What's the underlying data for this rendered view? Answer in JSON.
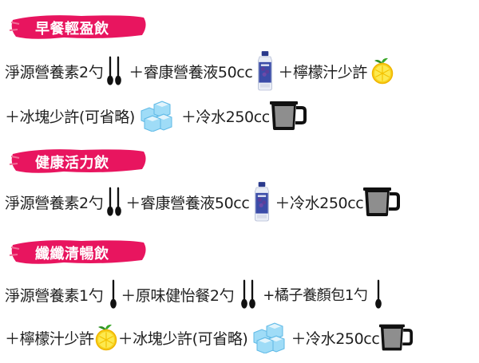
{
  "sections": [
    {
      "title": "早餐輕盈飲",
      "lines": [
        {
          "t1": "淨源營養素2勺",
          "t2": "＋睿康營養液50cc",
          "t3": "＋檸檬汁少許"
        },
        {
          "t1": "＋冰塊少許(可省略)",
          "t2": "＋冷水250cc"
        }
      ]
    },
    {
      "title": "健康活力飲",
      "lines": [
        {
          "t1": "淨源營養素2勺",
          "t2": "＋睿康營養液50cc",
          "t3": "＋冷水250cc"
        }
      ]
    },
    {
      "title": "纖纖清暢飲",
      "lines": [
        {
          "t1": "淨源營養素1勺",
          "t2": "＋原味健怡餐2勺",
          "t3": "+橘子養顏包1勺"
        },
        {
          "t1": "＋檸檬汁少許",
          "t2": "＋冰塊少許(可省略)",
          "t3": "＋冷水250cc"
        }
      ]
    }
  ],
  "colors": {
    "banner": "#e8155f",
    "text": "#1f1f1f"
  },
  "icons": [
    "spoon-icon",
    "nutrition-bottle-icon",
    "lemon-icon",
    "ice-cubes-icon",
    "measuring-cup-icon"
  ]
}
